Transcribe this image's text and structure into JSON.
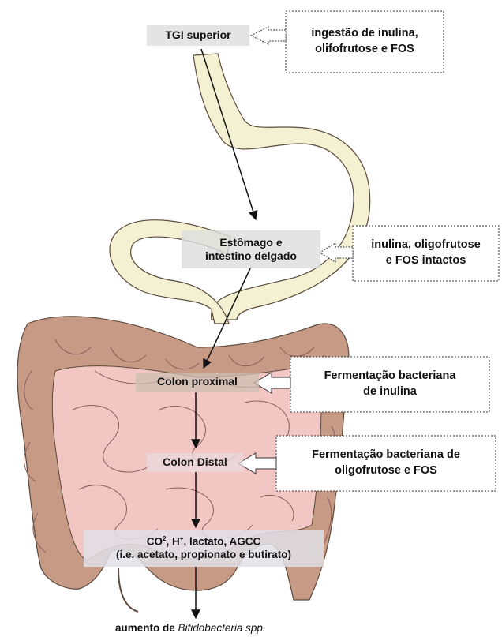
{
  "labels": {
    "tgi_superior": "TGI superior",
    "estomago_1": "Estômago e",
    "estomago_2": "intestino delgado",
    "colon_proximal": "Colon proximal",
    "colon_distal": "Colon Distal",
    "products_co": "CO",
    "products_co_sup": "2",
    "products_h": ", H",
    "products_h_sup": "+",
    "products_rest": ", lactato, AGCC",
    "products_2": "(i.e. acetato, propionato e butirato)",
    "result_prefix": "aumento de",
    "result_italic": "Bifidobacteria spp."
  },
  "notes": {
    "ingestion_1": "ingestão de inulina,",
    "ingestion_2": "olifofrutose e FOS",
    "intact_1": "inulina, oligofrutose",
    "intact_2": "e FOS intactos",
    "ferm_inulin_1": "Fermentação bacteriana",
    "ferm_inulin_2": "de inulina",
    "ferm_oligo_1": "Fermentação bacteriana de",
    "ferm_oligo_2": "oligofrutose e FOS"
  },
  "colors": {
    "stomach_fill": "#f4f1d2",
    "colon_outer": "#c69a84",
    "small_intestine": "#f2c6c3",
    "outline": "#5b4a3e"
  }
}
